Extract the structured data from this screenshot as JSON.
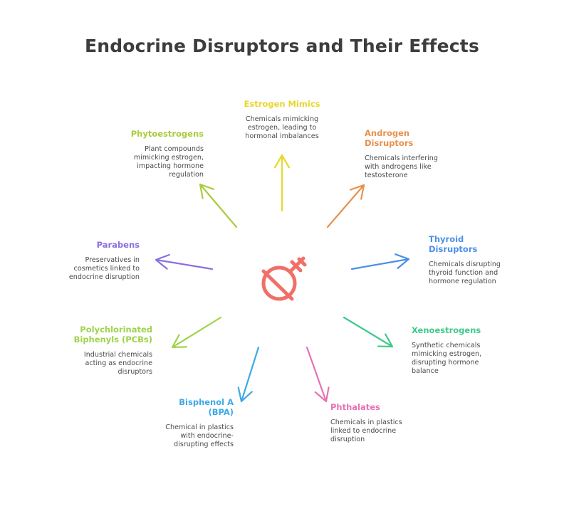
{
  "title": "Endocrine Disruptors and Their Effects",
  "center_icon": "female-male-symbol-icon",
  "nodes": [
    {
      "id": "estrogen",
      "title": "Estrogen Mimics",
      "desc": "Chemicals mimicking\nestrogen, leading to\nhormonal imbalances",
      "color": "#e8d62c"
    },
    {
      "id": "androgen",
      "title": "Androgen\nDisruptors",
      "desc": "Chemicals interfering\nwith androgens like\ntestosterone",
      "color": "#e8914a"
    },
    {
      "id": "thyroid",
      "title": "Thyroid\nDisruptors",
      "desc": "Chemicals disrupting\nthyroid function and\nhormone regulation",
      "color": "#4a8fe8"
    },
    {
      "id": "xeno",
      "title": "Xenoestrogens",
      "desc": "Synthetic chemicals\nmimicking estrogen,\ndisrupting hormone\nbalance",
      "color": "#3ec98a"
    },
    {
      "id": "phthalates",
      "title": "Phthalates",
      "desc": "Chemicals in plastics\nlinked to endocrine\ndisruption",
      "color": "#e870b4"
    },
    {
      "id": "bpa",
      "title": "Bisphenol A\n(BPA)",
      "desc": "Chemical in plastics\nwith endocrine-\ndisrupting effects",
      "color": "#3ea8e8"
    },
    {
      "id": "pcbs",
      "title": "Polychlorinated\nBiphenyls (PCBs)",
      "desc": "Industrial chemicals\nacting as endocrine\ndisruptors",
      "color": "#9ed44a"
    },
    {
      "id": "parabens",
      "title": "Parabens",
      "desc": "Preservatives in\ncosmetics linked to\nendocrine disruption",
      "color": "#8a6ee0"
    },
    {
      "id": "phyto",
      "title": "Phytoestrogens",
      "desc": "Plant compounds\nmimicking estrogen,\nimpacting hormone\nregulation",
      "color": "#a8cc3e"
    }
  ],
  "icon_color": "#f07068"
}
